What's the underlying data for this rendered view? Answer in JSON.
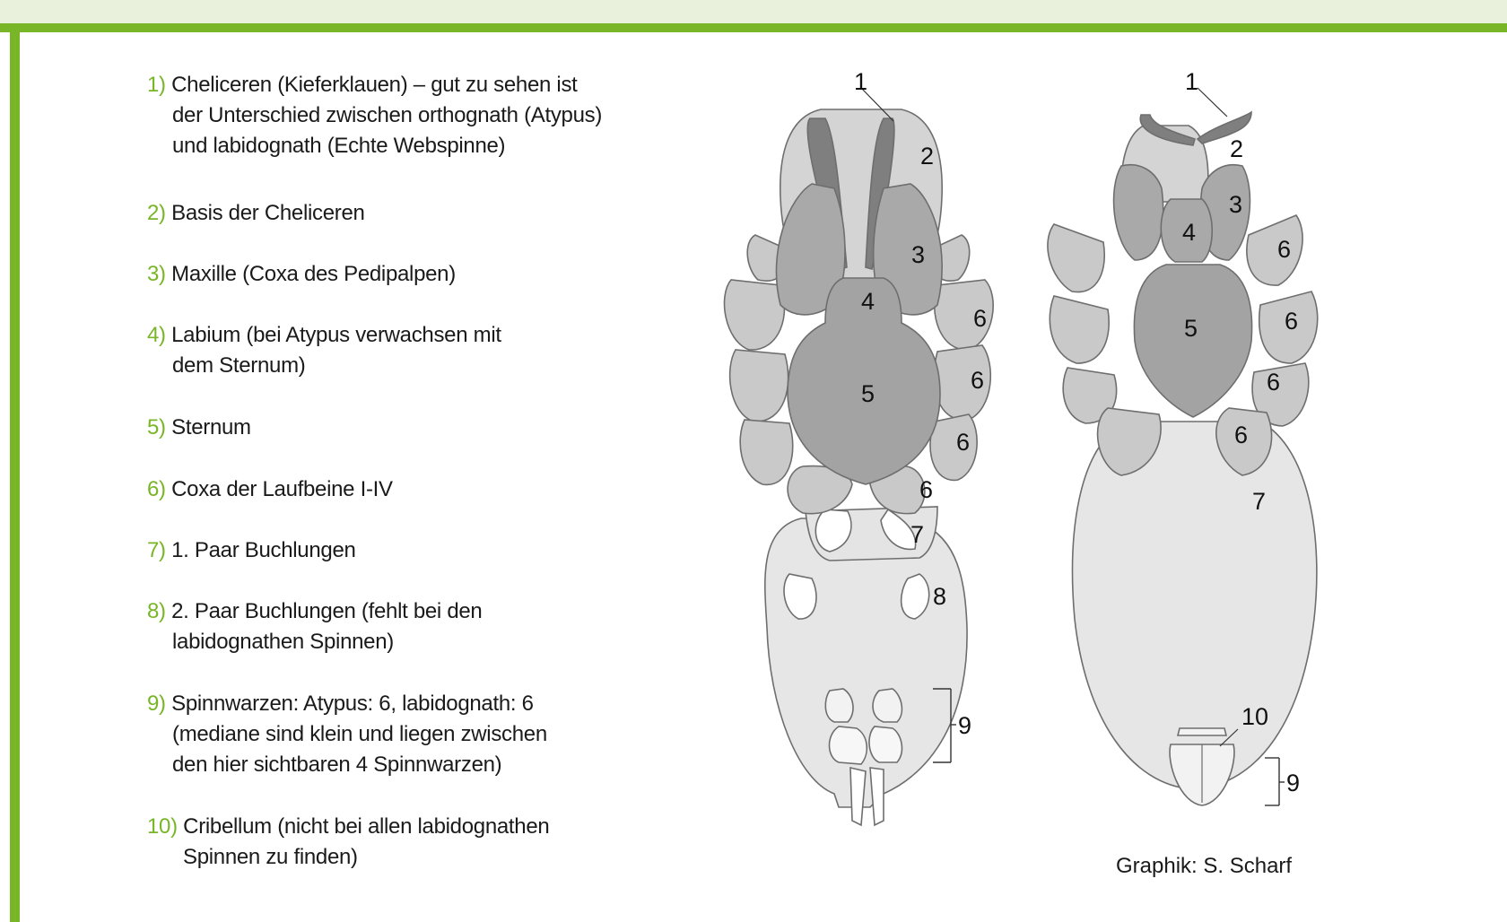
{
  "legend": [
    {
      "num": "1)",
      "lines": [
        "Cheliceren (Kieferklauen) – gut zu sehen ist",
        "der Unterschied zwischen orthognath (Atypus)",
        "und labidognath (Echte Webspinne)"
      ]
    },
    {
      "num": "2)",
      "lines": [
        "Basis der Cheliceren"
      ]
    },
    {
      "num": "3)",
      "lines": [
        "Maxille (Coxa des Pedipalpen)"
      ]
    },
    {
      "num": "4)",
      "lines": [
        "Labium (bei Atypus verwachsen mit",
        "dem Sternum)"
      ]
    },
    {
      "num": "5)",
      "lines": [
        "Sternum"
      ]
    },
    {
      "num": "6)",
      "lines": [
        "Coxa der Laufbeine I-IV"
      ]
    },
    {
      "num": "7)",
      "lines": [
        "1. Paar Buchlungen"
      ]
    },
    {
      "num": "8)",
      "lines": [
        "2. Paar Buchlungen (fehlt bei den",
        "labidognathen Spinnen)"
      ]
    },
    {
      "num": "9)",
      "lines": [
        "Spinnwarzen: Atypus: 6,  labidognath: 6",
        "(mediane sind klein und liegen zwischen",
        "den hier sichtbaren 4 Spinnwarzen)"
      ]
    },
    {
      "num": "10)",
      "lines": [
        "Cribellum (nicht bei allen labidognathen",
        "Spinnen zu finden)"
      ]
    }
  ],
  "left_labels": {
    "l1": "1",
    "l2": "2",
    "l3": "3",
    "l4": "4",
    "l5": "5",
    "l6a": "6",
    "l6b": "6",
    "l6c": "6",
    "l6d": "6",
    "l7": "7",
    "l8": "8",
    "l9": "9"
  },
  "right_labels": {
    "l1": "1",
    "l2": "2",
    "l3": "3",
    "l4": "4",
    "l5": "5",
    "l6a": "6",
    "l6b": "6",
    "l6c": "6",
    "l6d": "6",
    "l7": "7",
    "l10": "10",
    "l9": "9"
  },
  "credit": "Graphik: S. Scharf",
  "colors": {
    "accent": "#78b527",
    "frame_bg": "#e9f0dc",
    "light_gray": "#dcdcdc",
    "mid_gray": "#bdbdbd",
    "dark_gray": "#8f8f8f",
    "darkest": "#6b6b6b"
  }
}
